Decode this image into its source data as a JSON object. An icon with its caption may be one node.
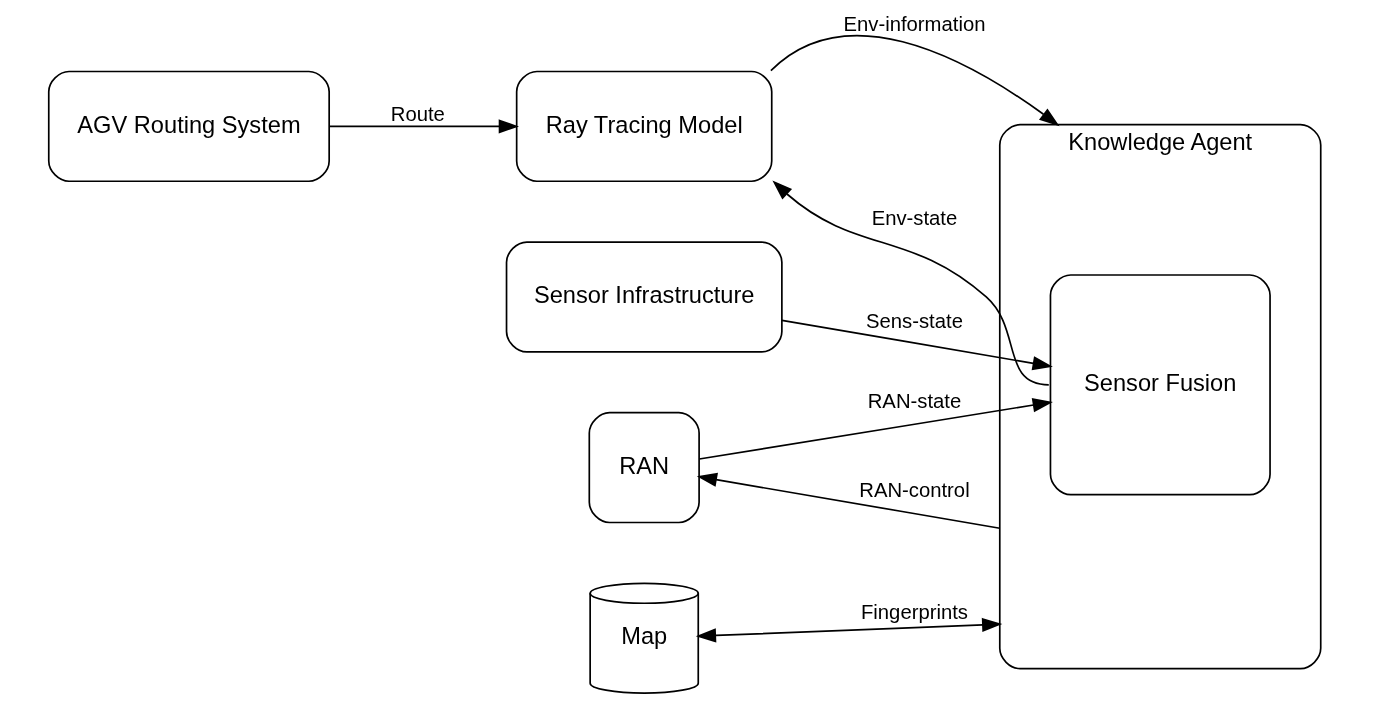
{
  "diagram": {
    "nodes": [
      {
        "text": [
          "AGV Routing System"
        ]
      },
      {
        "text": [
          "Ray Tracing Model"
        ]
      },
      {
        "text": [
          "Sensor Infrastructure"
        ]
      },
      {
        "text": [
          "RAN"
        ]
      },
      {
        "text": [
          "Map"
        ]
      },
      {
        "text": [
          "Knowledge Agent"
        ]
      },
      {
        "text": [
          "Sensor Fusion"
        ],
        "in": 5
      }
    ],
    "edges": [
      {
        "from": 0,
        "to": 1,
        "arrow": "to",
        "label": "Route"
      },
      {
        "from": 1,
        "to": 5,
        "arrow": "to",
        "label": "Env-information"
      },
      {
        "from": 6,
        "to": 1,
        "arrow": "to",
        "label": "Env-state"
      },
      {
        "from": 2,
        "to": 6,
        "arrow": "to",
        "label": "Sens-state"
      },
      {
        "from": 3,
        "to": 6,
        "arrow": "to",
        "label": "RAN-state"
      },
      {
        "from": 5,
        "to": 3,
        "arrow": "to",
        "label": "RAN-control"
      },
      {
        "from": 4,
        "to": 5,
        "arrow": "both",
        "label": "Fingerprints"
      }
    ]
  }
}
